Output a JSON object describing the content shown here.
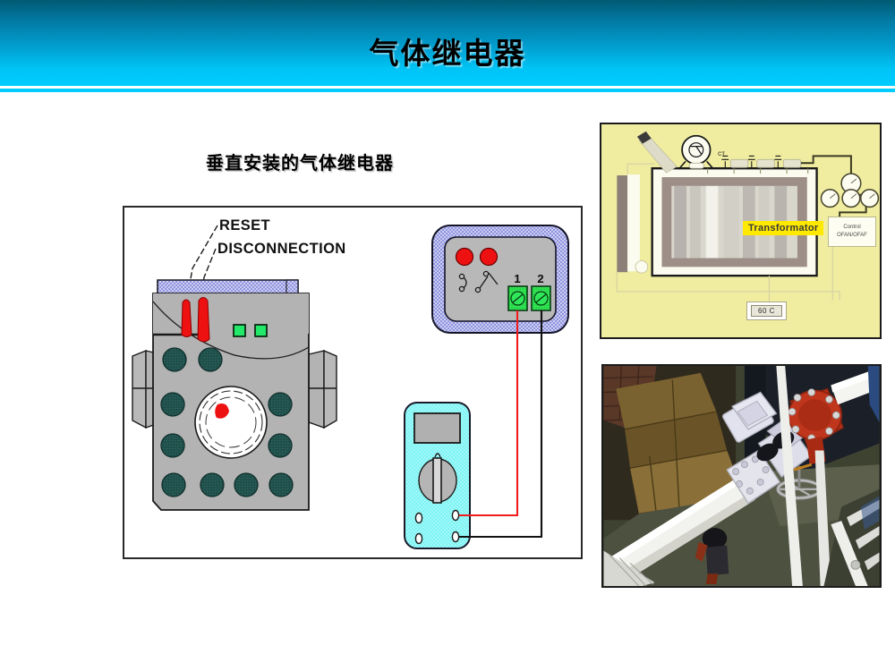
{
  "slide": {
    "header_title": "气体继电器",
    "section_subtitle": "垂直安装的气体继电器"
  },
  "diagram": {
    "callouts": {
      "reset": "RESET",
      "disconnection": "DISCONNECTION"
    },
    "terminal_block": {
      "terminal_1": "1",
      "terminal_2": "2"
    }
  },
  "transformer_image": {
    "main_label": "Transformator",
    "control_line_1": "Control",
    "control_line_2": "OFAN/OFAF",
    "temperature": "60 C",
    "ct_label": "CT"
  },
  "colors": {
    "header_top": "#015a73",
    "header_bottom": "#00ccff",
    "relay_body": "#b3b3b3",
    "relay_cover": "#7b7fd4",
    "bolt": "#1e4f4a",
    "indicator_red": "#e8191a",
    "indicator_green": "#22e96a",
    "multimeter": "#7df3f3",
    "terminal_green": "#22d944",
    "wire_red": "#ee1c1c",
    "wire_black": "#111111",
    "transformer_bg": "#f0eda0",
    "highlight_yellow": "#ffe900"
  }
}
